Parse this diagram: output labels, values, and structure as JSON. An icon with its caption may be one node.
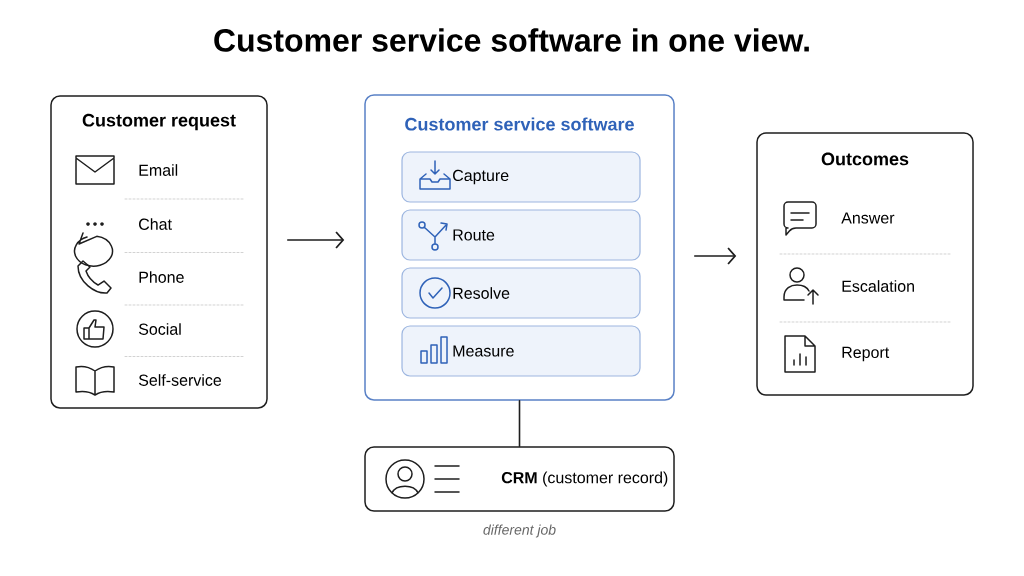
{
  "diagram": {
    "title": "Customer service software in one view.",
    "nodes": [
      {
        "text": [
          "Customer request",
          "Email",
          "Chat",
          "Phone",
          "Social",
          "Self-service"
        ]
      },
      {
        "text": [
          "Customer service software"
        ]
      },
      {
        "text": [
          "Capture"
        ],
        "in": 1
      },
      {
        "text": [
          "Route"
        ],
        "in": 1
      },
      {
        "text": [
          "Resolve"
        ],
        "in": 1
      },
      {
        "text": [
          "Measure"
        ],
        "in": 1
      },
      {
        "text": [
          "Outcomes",
          "Answer",
          "Escalation",
          "Report"
        ]
      },
      {
        "text": [
          "**CRM** (customer record)"
        ],
        "beside": [
          "different job"
        ]
      }
    ],
    "edges": [
      {
        "from": 0,
        "to": 1,
        "arrow": "to"
      },
      {
        "from": 1,
        "to": 6,
        "arrow": "to"
      },
      {
        "from": 1,
        "to": 7,
        "arrow": "none"
      }
    ]
  }
}
